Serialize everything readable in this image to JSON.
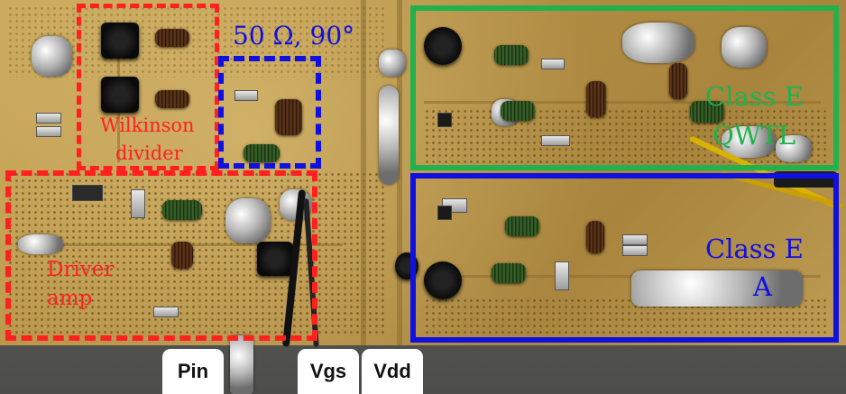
{
  "labels": {
    "wilkinson": [
      "Wilkinson",
      "divider"
    ],
    "line": "50 Ω, 90°",
    "class_e_qwtl": [
      "Class E",
      "QWTL"
    ],
    "class_e_a": [
      "Class E",
      "A"
    ],
    "driver": [
      "Driver",
      "amp"
    ]
  },
  "connectors": {
    "pin": "Pin",
    "vgs": "Vgs",
    "vdd": "Vdd"
  },
  "colors": {
    "red": "#ff2020",
    "blue": "#1010e0",
    "green": "#22b14c"
  }
}
